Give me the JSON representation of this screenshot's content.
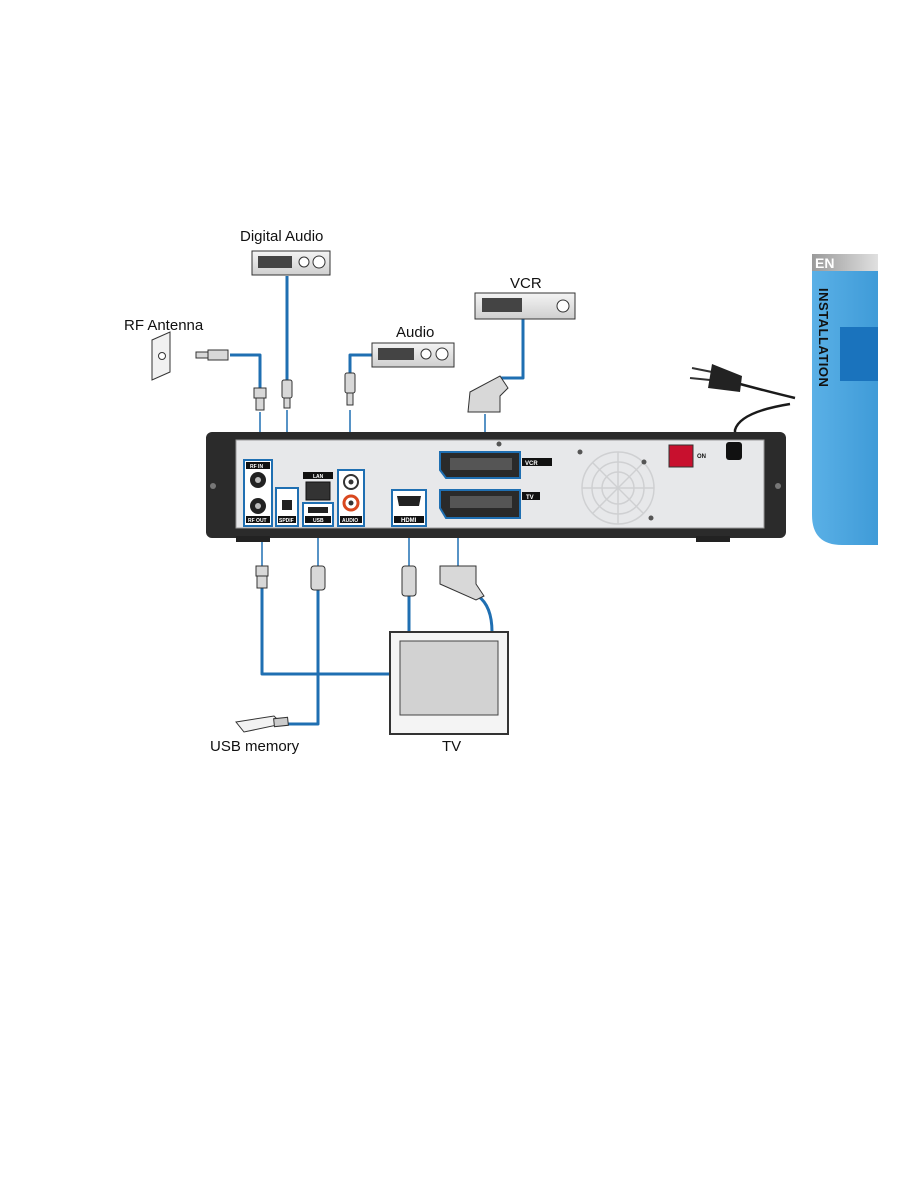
{
  "side_tab": {
    "lang": "EN",
    "section": "INSTALLATION"
  },
  "devices": {
    "digital_audio": "Digital Audio",
    "rf_antenna": "RF Antenna",
    "audio": "Audio",
    "vcr": "VCR",
    "usb_memory": "USB memory",
    "tv": "TV"
  },
  "ports": {
    "rf_in": "RF IN",
    "rf_out": "RF OUT",
    "spdif": "SPDIF",
    "lan": "LAN",
    "usb": "USB",
    "audio": "AUDIO",
    "hdmi": "HDMI",
    "vcr_scart": "VCR",
    "tv_scart": "TV",
    "power": "ON"
  },
  "colors": {
    "cable": "#1f6fb2",
    "tab_light": "#4da6df",
    "tab_dark": "#1a73bd",
    "panel": "#e7e8ea",
    "chassis": "#2b2b2b"
  }
}
